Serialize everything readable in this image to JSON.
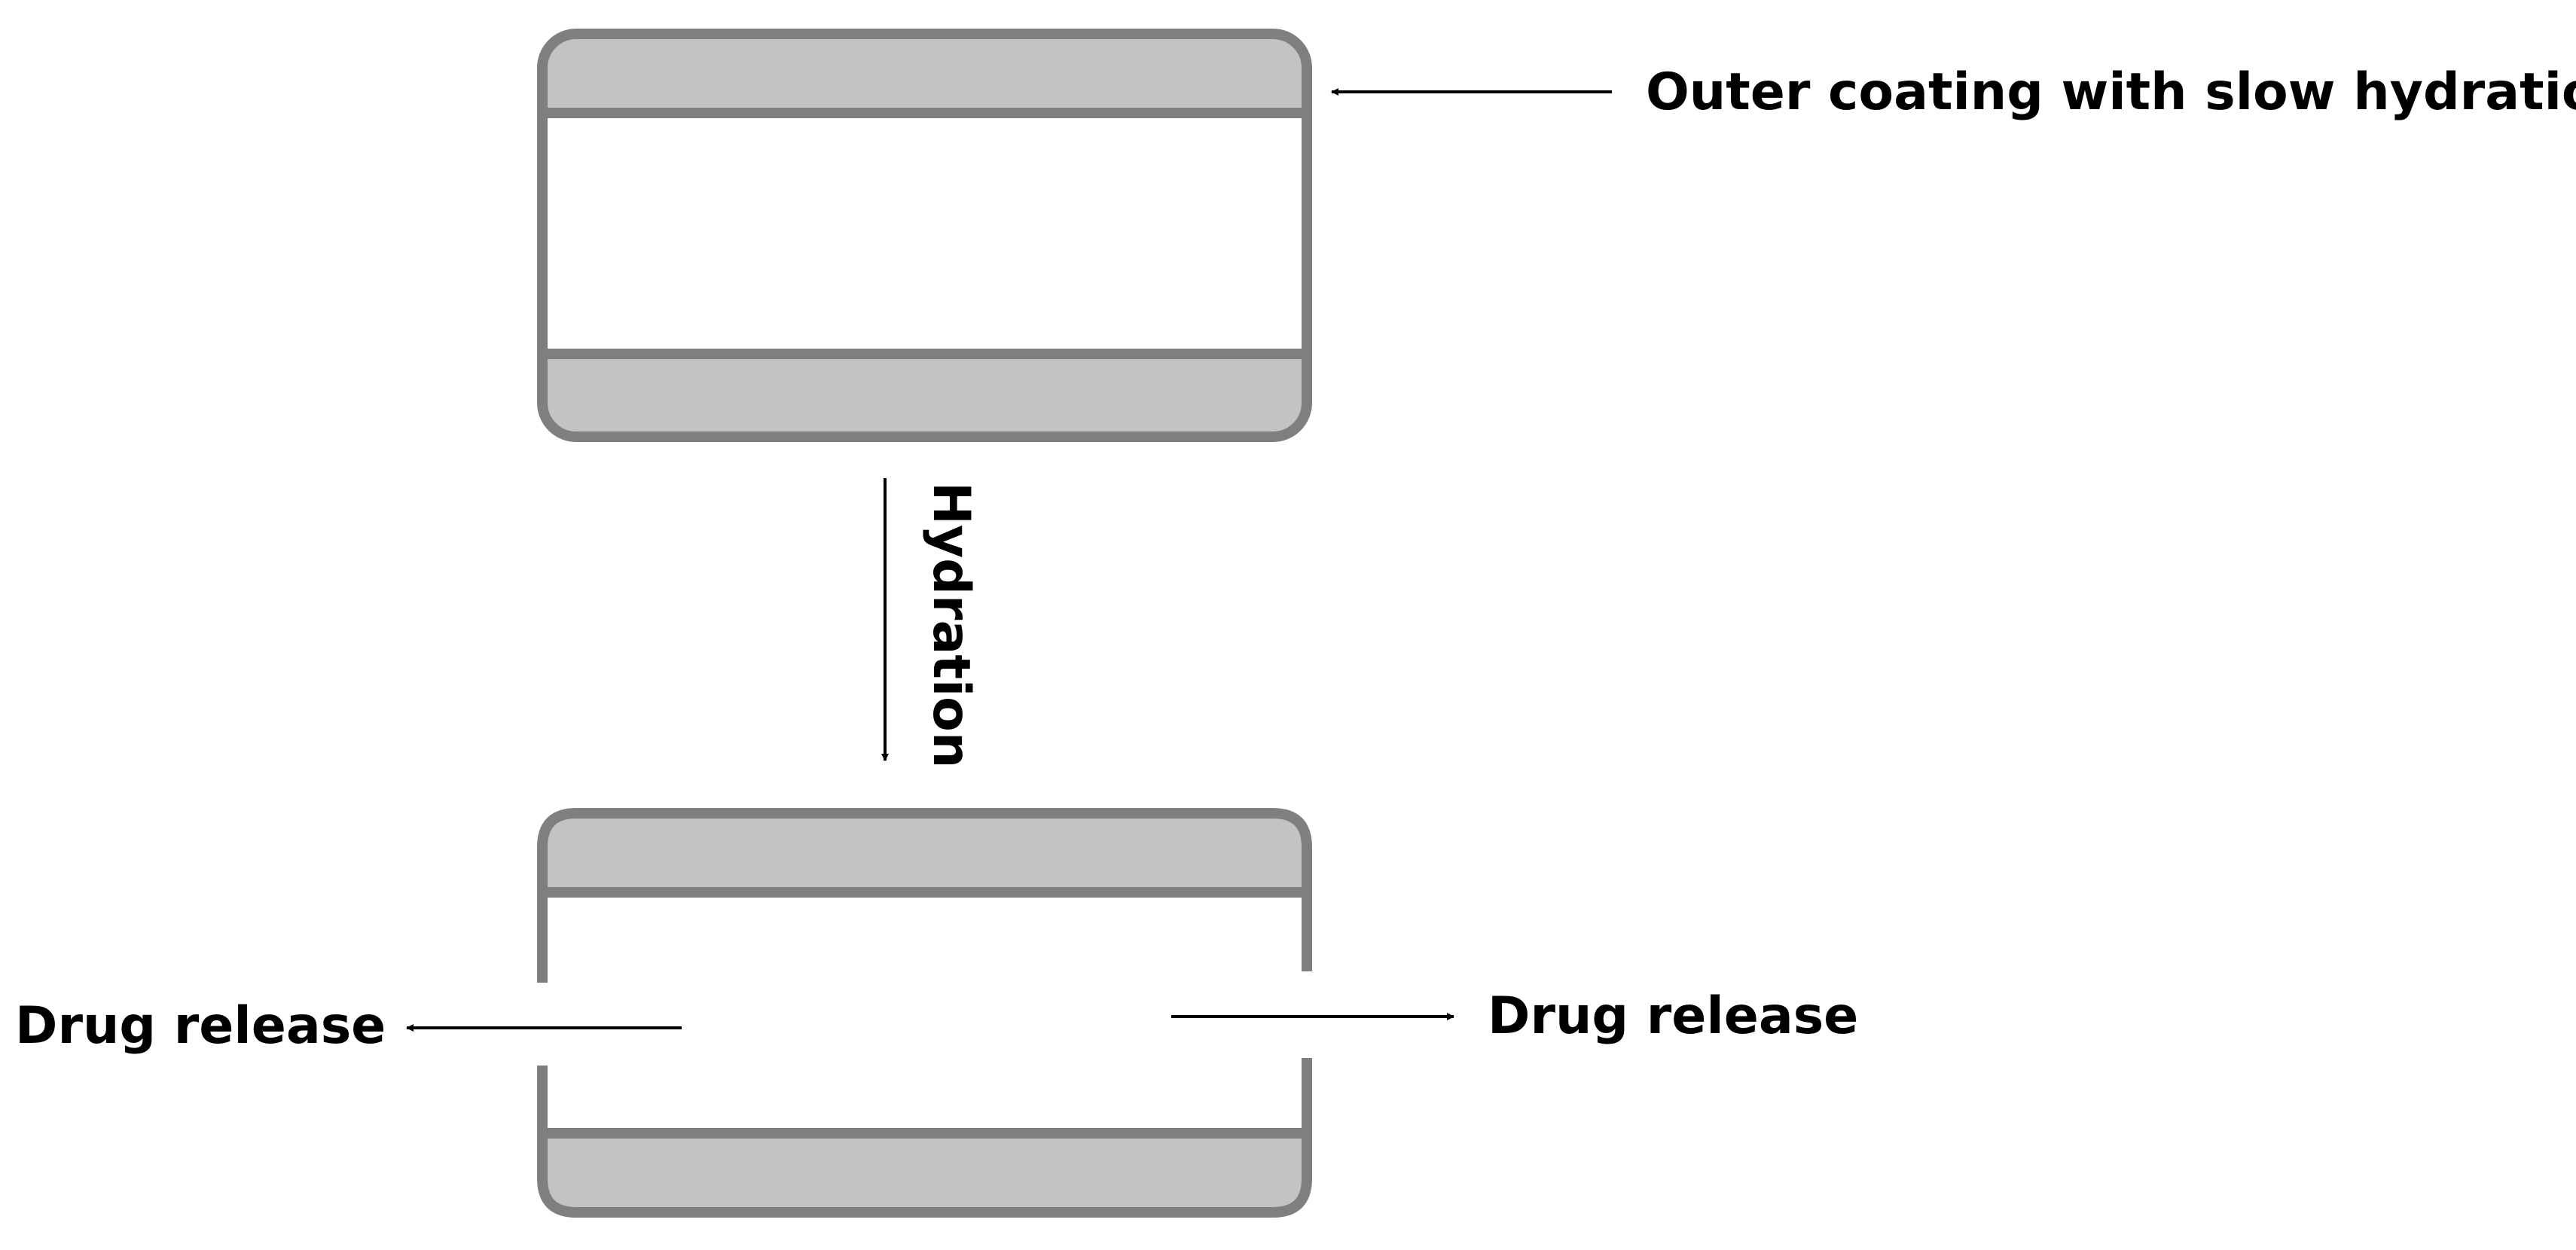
{
  "labels": {
    "outer_coating": "Outer coating with slow hydration",
    "hydration": "Hydration",
    "drug_release_left": "Drug release",
    "drug_release_right": "Drug release"
  },
  "colors": {
    "outline": "#7f7f7f",
    "coating_fill": "#c3c3c3",
    "core_fill": "#ffffff",
    "arrow": "#000000",
    "text": "#000000"
  }
}
